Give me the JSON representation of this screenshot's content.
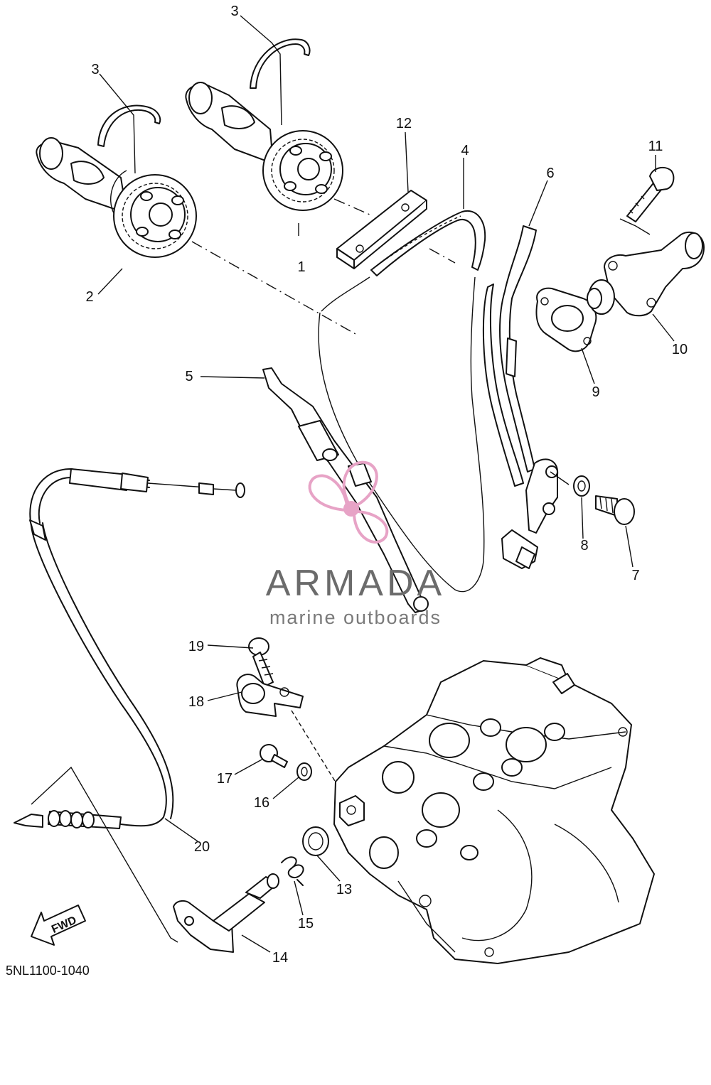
{
  "diagram": {
    "callouts": [
      {
        "id": "1",
        "label": "1"
      },
      {
        "id": "2",
        "label": "2"
      },
      {
        "id": "3a",
        "label": "3"
      },
      {
        "id": "3b",
        "label": "3"
      },
      {
        "id": "4",
        "label": "4"
      },
      {
        "id": "5",
        "label": "5"
      },
      {
        "id": "6",
        "label": "6"
      },
      {
        "id": "7",
        "label": "7"
      },
      {
        "id": "8",
        "label": "8"
      },
      {
        "id": "9",
        "label": "9"
      },
      {
        "id": "10",
        "label": "10"
      },
      {
        "id": "11",
        "label": "11"
      },
      {
        "id": "12",
        "label": "12"
      },
      {
        "id": "13",
        "label": "13"
      },
      {
        "id": "14",
        "label": "14"
      },
      {
        "id": "15",
        "label": "15"
      },
      {
        "id": "16",
        "label": "16"
      },
      {
        "id": "17",
        "label": "17"
      },
      {
        "id": "18",
        "label": "18"
      },
      {
        "id": "19",
        "label": "19"
      },
      {
        "id": "20",
        "label": "20"
      }
    ],
    "diagram_code": "5NL1100-1040",
    "direction_label": "FWD"
  },
  "watermark": {
    "brand": "ARMADA",
    "tagline": "marine outboards",
    "logo_color": "#e7a3c6",
    "text_color": "#6b6b6b"
  }
}
